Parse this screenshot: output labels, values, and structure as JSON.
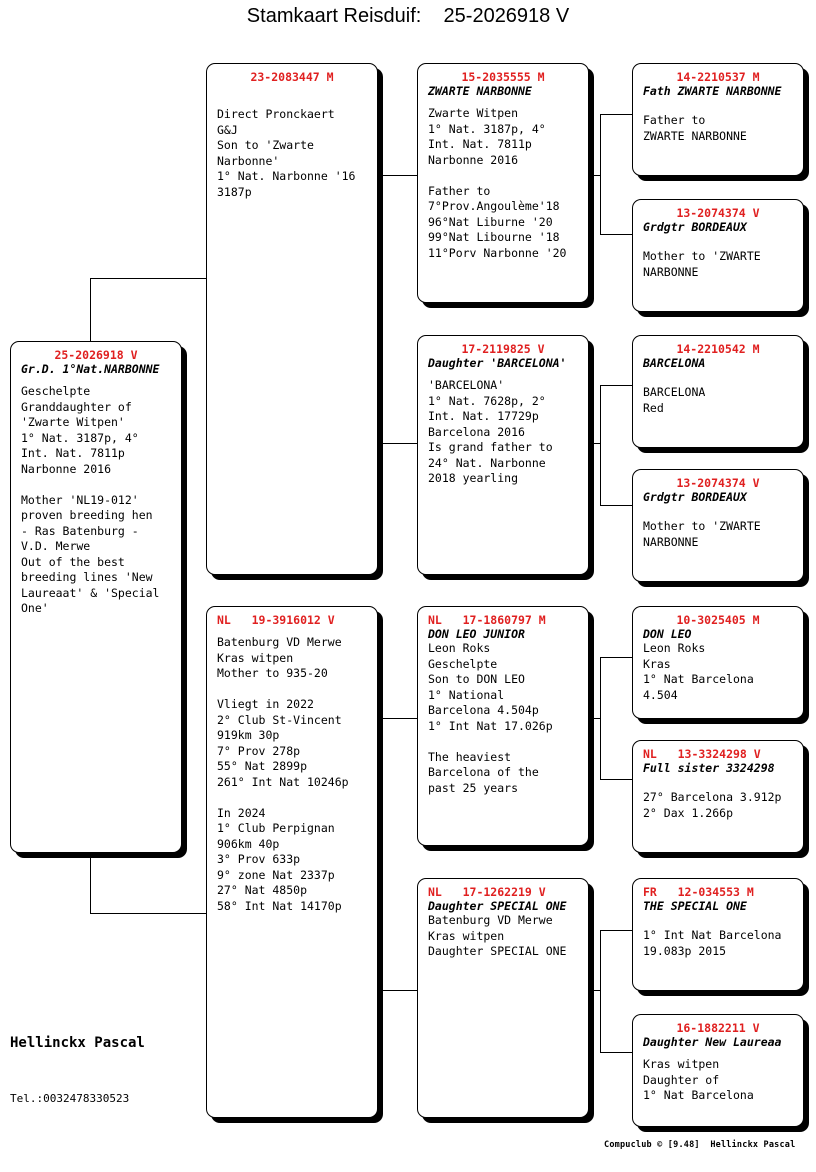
{
  "header": {
    "title": "Stamkaart Reisduif:    25-2026918 V"
  },
  "subject": {
    "ring": "25-2026918 V",
    "nick": "Gr.D. 1°Nat.NARBONNE",
    "body": "Geschelpte\nGranddaughter of\n'Zwarte Witpen'\n1° Nat. 3187p, 4°\nInt. Nat. 7811p\nNarbonne 2016\n\nMother 'NL19-012'\nproven breeding hen\n- Ras Batenburg -\nV.D. Merwe\nOut of the best\nbreeding lines 'New\nLaureaat' & 'Special\nOne'"
  },
  "generation2": [
    {
      "ring": "23-2083447 M",
      "nick": "",
      "body": "Direct Pronckaert\nG&J\nSon to 'Zwarte\nNarbonne'\n1° Nat. Narbonne '16\n3187p"
    },
    {
      "ring": "NL   19-3916012 V",
      "nick": "",
      "body": "Batenburg VD Merwe\nKras witpen\nMother to 935-20\n\nVliegt in 2022\n2° Club St-Vincent\n919km 30p\n7° Prov 278p\n55° Nat 2899p\n261° Int Nat 10246p\n\nIn 2024\n1° Club Perpignan\n906km 40p\n3° Prov 633p\n9° zone Nat 2337p\n27° Nat 4850p\n58° Int Nat 14170p"
    }
  ],
  "generation3": [
    {
      "ring": "15-2035555 M",
      "nick": "ZWARTE NARBONNE",
      "body": "Zwarte Witpen\n1° Nat. 3187p, 4°\nInt. Nat. 7811p\nNarbonne 2016\n\nFather to\n7°Prov.Angoulème'18\n96°Nat Liburne '20\n99°Nat Libourne '18\n11°Porv Narbonne '20"
    },
    {
      "ring": "17-2119825 V",
      "nick": "Daughter 'BARCELONA'",
      "body": "'BARCELONA'\n1° Nat. 7628p, 2°\nInt. Nat. 17729p\nBarcelona 2016\nIs grand father to\n24° Nat. Narbonne\n2018 yearling"
    },
    {
      "ring": "NL   17-1860797 M",
      "nick": "DON LEO JUNIOR",
      "body": "Leon Roks\nGeschelpte\nSon to DON LEO\n1° National\nBarcelona 4.504p\n1° Int Nat 17.026p\n\nThe heaviest\nBarcelona of the\npast 25 years"
    },
    {
      "ring": "NL   17-1262219 V",
      "nick": "Daughter SPECIAL ONE",
      "body": "Batenburg VD Merwe\nKras witpen\nDaughter SPECIAL ONE"
    }
  ],
  "generation4": [
    {
      "ring": "14-2210537 M",
      "nick": "Fath ZWARTE NARBONNE",
      "body": "Father to\nZWARTE NARBONNE"
    },
    {
      "ring": "13-2074374 V",
      "nick": "Grdgtr BORDEAUX",
      "body": "Mother to 'ZWARTE\nNARBONNE"
    },
    {
      "ring": "14-2210542 M",
      "nick": "BARCELONA",
      "body": "BARCELONA\nRed"
    },
    {
      "ring": "13-2074374 V",
      "nick": "Grdgtr BORDEAUX",
      "body": "Mother to 'ZWARTE\nNARBONNE"
    },
    {
      "ring": "10-3025405 M",
      "nick": "DON LEO",
      "body": "Leon Roks\nKras\n1° Nat Barcelona\n4.504"
    },
    {
      "ring": "NL   13-3324298 V",
      "nick": "Full sister 3324298",
      "body": "27° Barcelona 3.912p\n2° Dax 1.266p"
    },
    {
      "ring": "FR   12-034553 M",
      "nick": "THE SPECIAL ONE",
      "body": "1° Int Nat Barcelona\n19.083p 2015"
    },
    {
      "ring": "16-1882211 V",
      "nick": "Daughter New Laureaa",
      "body": "Kras witpen\nDaughter of\n1° Nat Barcelona"
    }
  ],
  "footer": {
    "owner": "Hellinckx Pascal",
    "tel": "Tel.:0032478330523",
    "credit": "Compuclub © [9.48]  Hellinckx Pascal"
  },
  "colors": {
    "ring_red": "#e02020",
    "line": "#000000",
    "background": "#ffffff"
  }
}
